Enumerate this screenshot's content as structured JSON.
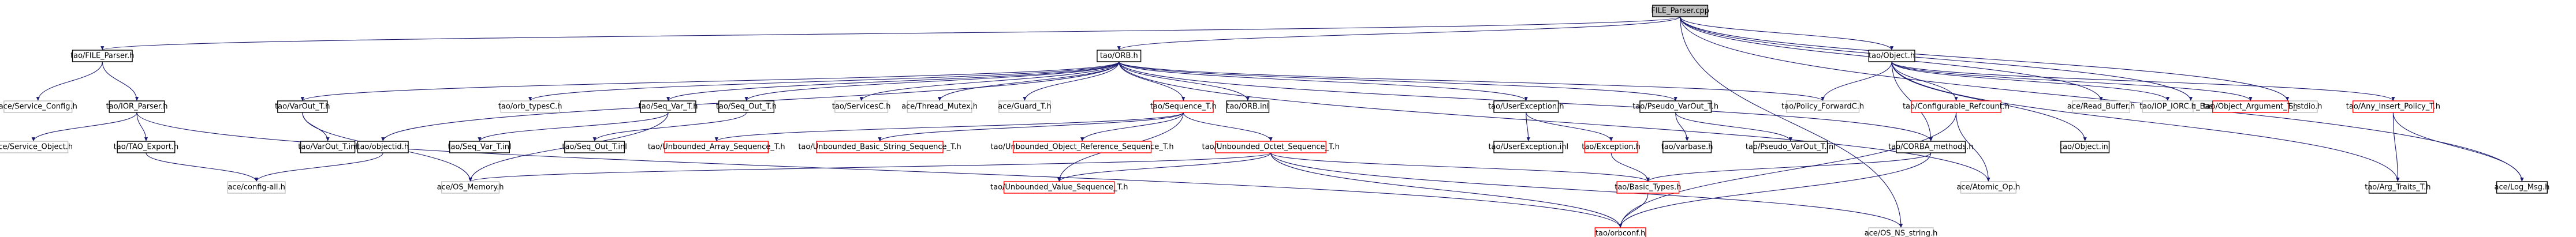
{
  "colors": {
    "root_fill": "#bfbfbf",
    "root_border": "#000000",
    "node_border": "#000000",
    "unresolved_border": "#ff0000",
    "leaf_border": "#bfbfbf",
    "edge": "#191970"
  },
  "nodes": [
    {
      "id": "fileparser_cpp",
      "label": "FILE_Parser.cpp",
      "kind": "root"
    },
    {
      "id": "fileparser_h",
      "label": "tao/FILE_Parser.h",
      "kind": "normal"
    },
    {
      "id": "orb_h",
      "label": "tao/ORB.h",
      "kind": "normal"
    },
    {
      "id": "object_h",
      "label": "tao/Object.h",
      "kind": "normal"
    },
    {
      "id": "read_buffer",
      "label": "ace/Read_Buffer.h",
      "kind": "leaf"
    },
    {
      "id": "malloc_base",
      "label": "ace/Malloc_Base.h",
      "kind": "leaf"
    },
    {
      "id": "os_ns_stdio",
      "label": "ace/OS_NS_stdio.h",
      "kind": "leaf"
    },
    {
      "id": "service_config",
      "label": "ace/Service_Config.h",
      "kind": "leaf"
    },
    {
      "id": "ior_parser",
      "label": "tao/IOR_Parser.h",
      "kind": "normal"
    },
    {
      "id": "service_object",
      "label": "ace/Service_Object.h",
      "kind": "leaf"
    },
    {
      "id": "tao_export",
      "label": "tao/TAO_Export.h",
      "kind": "normal"
    },
    {
      "id": "config_all",
      "label": "ace/config-all.h",
      "kind": "leaf"
    },
    {
      "id": "varout_t",
      "label": "tao/VarOut_T.h",
      "kind": "normal"
    },
    {
      "id": "varout_t_inl",
      "label": "tao/VarOut_T.inl",
      "kind": "normal"
    },
    {
      "id": "objectid",
      "label": "tao/objectid.h",
      "kind": "normal"
    },
    {
      "id": "orb_typesc",
      "label": "tao/orb_typesC.h",
      "kind": "leaf"
    },
    {
      "id": "seq_var_t",
      "label": "tao/Seq_Var_T.h",
      "kind": "normal"
    },
    {
      "id": "seq_var_t_inl",
      "label": "tao/Seq_Var_T.inl",
      "kind": "normal"
    },
    {
      "id": "seq_out_t",
      "label": "tao/Seq_Out_T.h",
      "kind": "normal"
    },
    {
      "id": "seq_out_t_inl",
      "label": "tao/Seq_Out_T.inl",
      "kind": "normal"
    },
    {
      "id": "servicesc",
      "label": "tao/ServicesC.h",
      "kind": "leaf"
    },
    {
      "id": "thread_mutex",
      "label": "ace/Thread_Mutex.h",
      "kind": "leaf"
    },
    {
      "id": "guard_t",
      "label": "ace/Guard_T.h",
      "kind": "leaf"
    },
    {
      "id": "sequence_t",
      "label": "tao/Sequence_T.h",
      "kind": "unresolved"
    },
    {
      "id": "orb_inl",
      "label": "tao/ORB.inl",
      "kind": "normal"
    },
    {
      "id": "unb_array_seq",
      "label": "tao/Unbounded_Array_Sequence_T.h",
      "kind": "unresolved"
    },
    {
      "id": "unb_basic_string",
      "label": "tao/Unbounded_Basic_String_Sequence_T.h",
      "kind": "unresolved"
    },
    {
      "id": "unb_object_ref",
      "label": "tao/Unbounded_Object_Reference_Sequence_T.h",
      "kind": "unresolved"
    },
    {
      "id": "unb_octet_seq",
      "label": "tao/Unbounded_Octet_Sequence_T.h",
      "kind": "unresolved"
    },
    {
      "id": "unb_value_seq",
      "label": "tao/Unbounded_Value_Sequence_T.h",
      "kind": "unresolved"
    },
    {
      "id": "os_memory",
      "label": "ace/OS_Memory.h",
      "kind": "leaf"
    },
    {
      "id": "user_exception",
      "label": "tao/UserException.h",
      "kind": "normal"
    },
    {
      "id": "user_exception_inl",
      "label": "tao/UserException.inl",
      "kind": "normal"
    },
    {
      "id": "exception_h",
      "label": "tao/Exception.h",
      "kind": "unresolved"
    },
    {
      "id": "pseudo_varout",
      "label": "tao/Pseudo_VarOut_T.h",
      "kind": "normal"
    },
    {
      "id": "pseudo_varout_inl",
      "label": "tao/Pseudo_VarOut_T.inl",
      "kind": "normal"
    },
    {
      "id": "varbase",
      "label": "tao/varbase.h",
      "kind": "normal"
    },
    {
      "id": "basic_types",
      "label": "tao/Basic_Types.h",
      "kind": "unresolved"
    },
    {
      "id": "policy_forwardc",
      "label": "tao/Policy_ForwardC.h",
      "kind": "leaf"
    },
    {
      "id": "configurable_refcount",
      "label": "tao/Configurable_Refcount.h",
      "kind": "unresolved"
    },
    {
      "id": "corba_methods",
      "label": "tao/CORBA_methods.h",
      "kind": "normal"
    },
    {
      "id": "atomic_op",
      "label": "ace/Atomic_Op.h",
      "kind": "leaf"
    },
    {
      "id": "os_ns_string",
      "label": "ace/OS_NS_string.h",
      "kind": "leaf"
    },
    {
      "id": "object_inl",
      "label": "tao/Object.inl",
      "kind": "normal"
    },
    {
      "id": "iop_iorc",
      "label": "tao/IOP_IORC.h",
      "kind": "leaf"
    },
    {
      "id": "object_argument_t",
      "label": "tao/Object_Argument_T.h",
      "kind": "unresolved"
    },
    {
      "id": "any_insert_policy",
      "label": "tao/Any_Insert_Policy_T.h",
      "kind": "unresolved"
    },
    {
      "id": "arg_traits_t",
      "label": "tao/Arg_Traits_T.h",
      "kind": "normal"
    },
    {
      "id": "log_msg",
      "label": "ace/Log_Msg.h",
      "kind": "normal"
    },
    {
      "id": "tao_sysconf",
      "label": "tao/orbconf.h",
      "kind": "unresolved"
    }
  ]
}
